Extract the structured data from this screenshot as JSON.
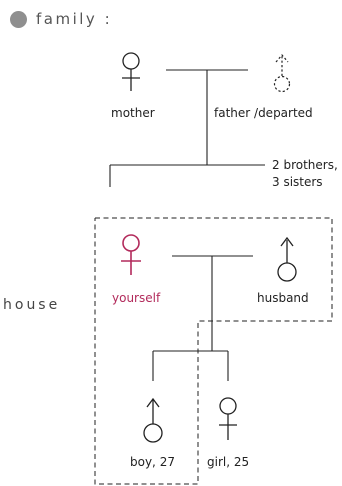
{
  "header": {
    "title": "family :"
  },
  "side_label": "house",
  "colors": {
    "accent": "#b22a5b",
    "line": "#222222",
    "header_dot": "#8f8f8f"
  },
  "people": {
    "mother": {
      "label": "mother",
      "symbol": "female-symbol-icon"
    },
    "father": {
      "label": "father /departed",
      "symbol": "male-symbol-dashed-icon"
    },
    "siblings": {
      "label_line1": "2 brothers,",
      "label_line2": "3 sisters"
    },
    "yourself": {
      "label": "yourself",
      "symbol": "female-symbol-icon"
    },
    "husband": {
      "label": "husband",
      "symbol": "male-symbol-icon"
    },
    "boy": {
      "label": "boy, 27",
      "symbol": "male-symbol-icon"
    },
    "girl": {
      "label": "girl, 25",
      "symbol": "female-symbol-icon"
    }
  }
}
